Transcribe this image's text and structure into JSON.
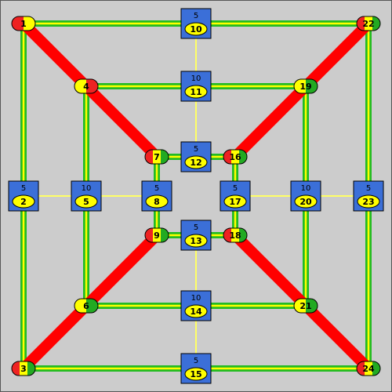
{
  "colors": {
    "background": "#cccccc",
    "frame": "#555555",
    "connector": "#ffff66",
    "track_outer": "#22bb22",
    "track_inner": "#ffff00",
    "highlight": "#ff0000",
    "box_fill": "#3b6fd8",
    "box_border": "#000000",
    "label_fill": "#ffff00",
    "node_red": "#ee2222",
    "node_yellow": "#ffff00",
    "node_green": "#22aa22"
  },
  "nodes": [
    {
      "id": "1",
      "colors": [
        "red",
        "yellow"
      ]
    },
    {
      "id": "22",
      "colors": [
        "red",
        "yellow",
        "green"
      ]
    },
    {
      "id": "4",
      "colors": [
        "yellow",
        "red"
      ]
    },
    {
      "id": "19",
      "colors": [
        "yellow",
        "green"
      ]
    },
    {
      "id": "7",
      "colors": [
        "red",
        "yellow",
        "green"
      ]
    },
    {
      "id": "16",
      "colors": [
        "red",
        "yellow",
        "green"
      ]
    },
    {
      "id": "9",
      "colors": [
        "red",
        "yellow",
        "green"
      ]
    },
    {
      "id": "18",
      "colors": [
        "red",
        "yellow",
        "green"
      ]
    },
    {
      "id": "6",
      "colors": [
        "yellow",
        "green"
      ]
    },
    {
      "id": "21",
      "colors": [
        "yellow",
        "green"
      ]
    },
    {
      "id": "3",
      "colors": [
        "red",
        "yellow",
        "green"
      ]
    },
    {
      "id": "24",
      "colors": [
        "red",
        "yellow",
        "green"
      ]
    }
  ],
  "boxes": [
    {
      "id": "10",
      "value": "5"
    },
    {
      "id": "11",
      "value": "10"
    },
    {
      "id": "12",
      "value": "5"
    },
    {
      "id": "2",
      "value": "5"
    },
    {
      "id": "5",
      "value": "10"
    },
    {
      "id": "8",
      "value": "5"
    },
    {
      "id": "17",
      "value": "5"
    },
    {
      "id": "20",
      "value": "10"
    },
    {
      "id": "23",
      "value": "5"
    },
    {
      "id": "13",
      "value": "5"
    },
    {
      "id": "14",
      "value": "10"
    },
    {
      "id": "15",
      "value": "5"
    }
  ],
  "highlighted_diagonals": [
    [
      "1",
      "7"
    ],
    [
      "22",
      "16"
    ],
    [
      "9",
      "3"
    ],
    [
      "18",
      "24"
    ]
  ]
}
